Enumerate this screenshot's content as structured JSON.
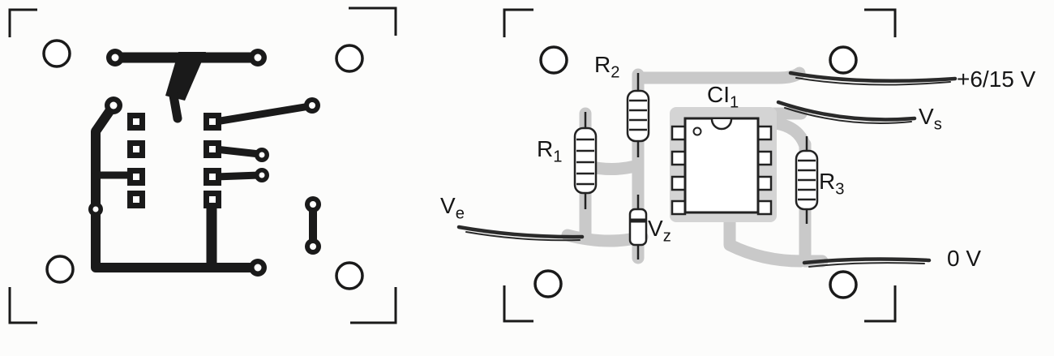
{
  "colors": {
    "trace_black": "#1a1a1a",
    "trace_gray": "#c9c9c9",
    "ic_shadow_gray": "#d4d4d4",
    "component_outline": "#222222",
    "background": "#fcfcfb"
  },
  "labels": {
    "r1": {
      "base": "R",
      "sub": "1"
    },
    "r2": {
      "base": "R",
      "sub": "2"
    },
    "r3": {
      "base": "R",
      "sub": "3"
    },
    "ci1": {
      "base": "CI",
      "sub": "1"
    },
    "ve": {
      "base": "V",
      "sub": "e"
    },
    "vs": {
      "base": "V",
      "sub": "s"
    },
    "vz": {
      "base": "V",
      "sub": "z"
    },
    "supply": {
      "text": "+6/15 V"
    },
    "ground": {
      "text": "0 V"
    }
  }
}
